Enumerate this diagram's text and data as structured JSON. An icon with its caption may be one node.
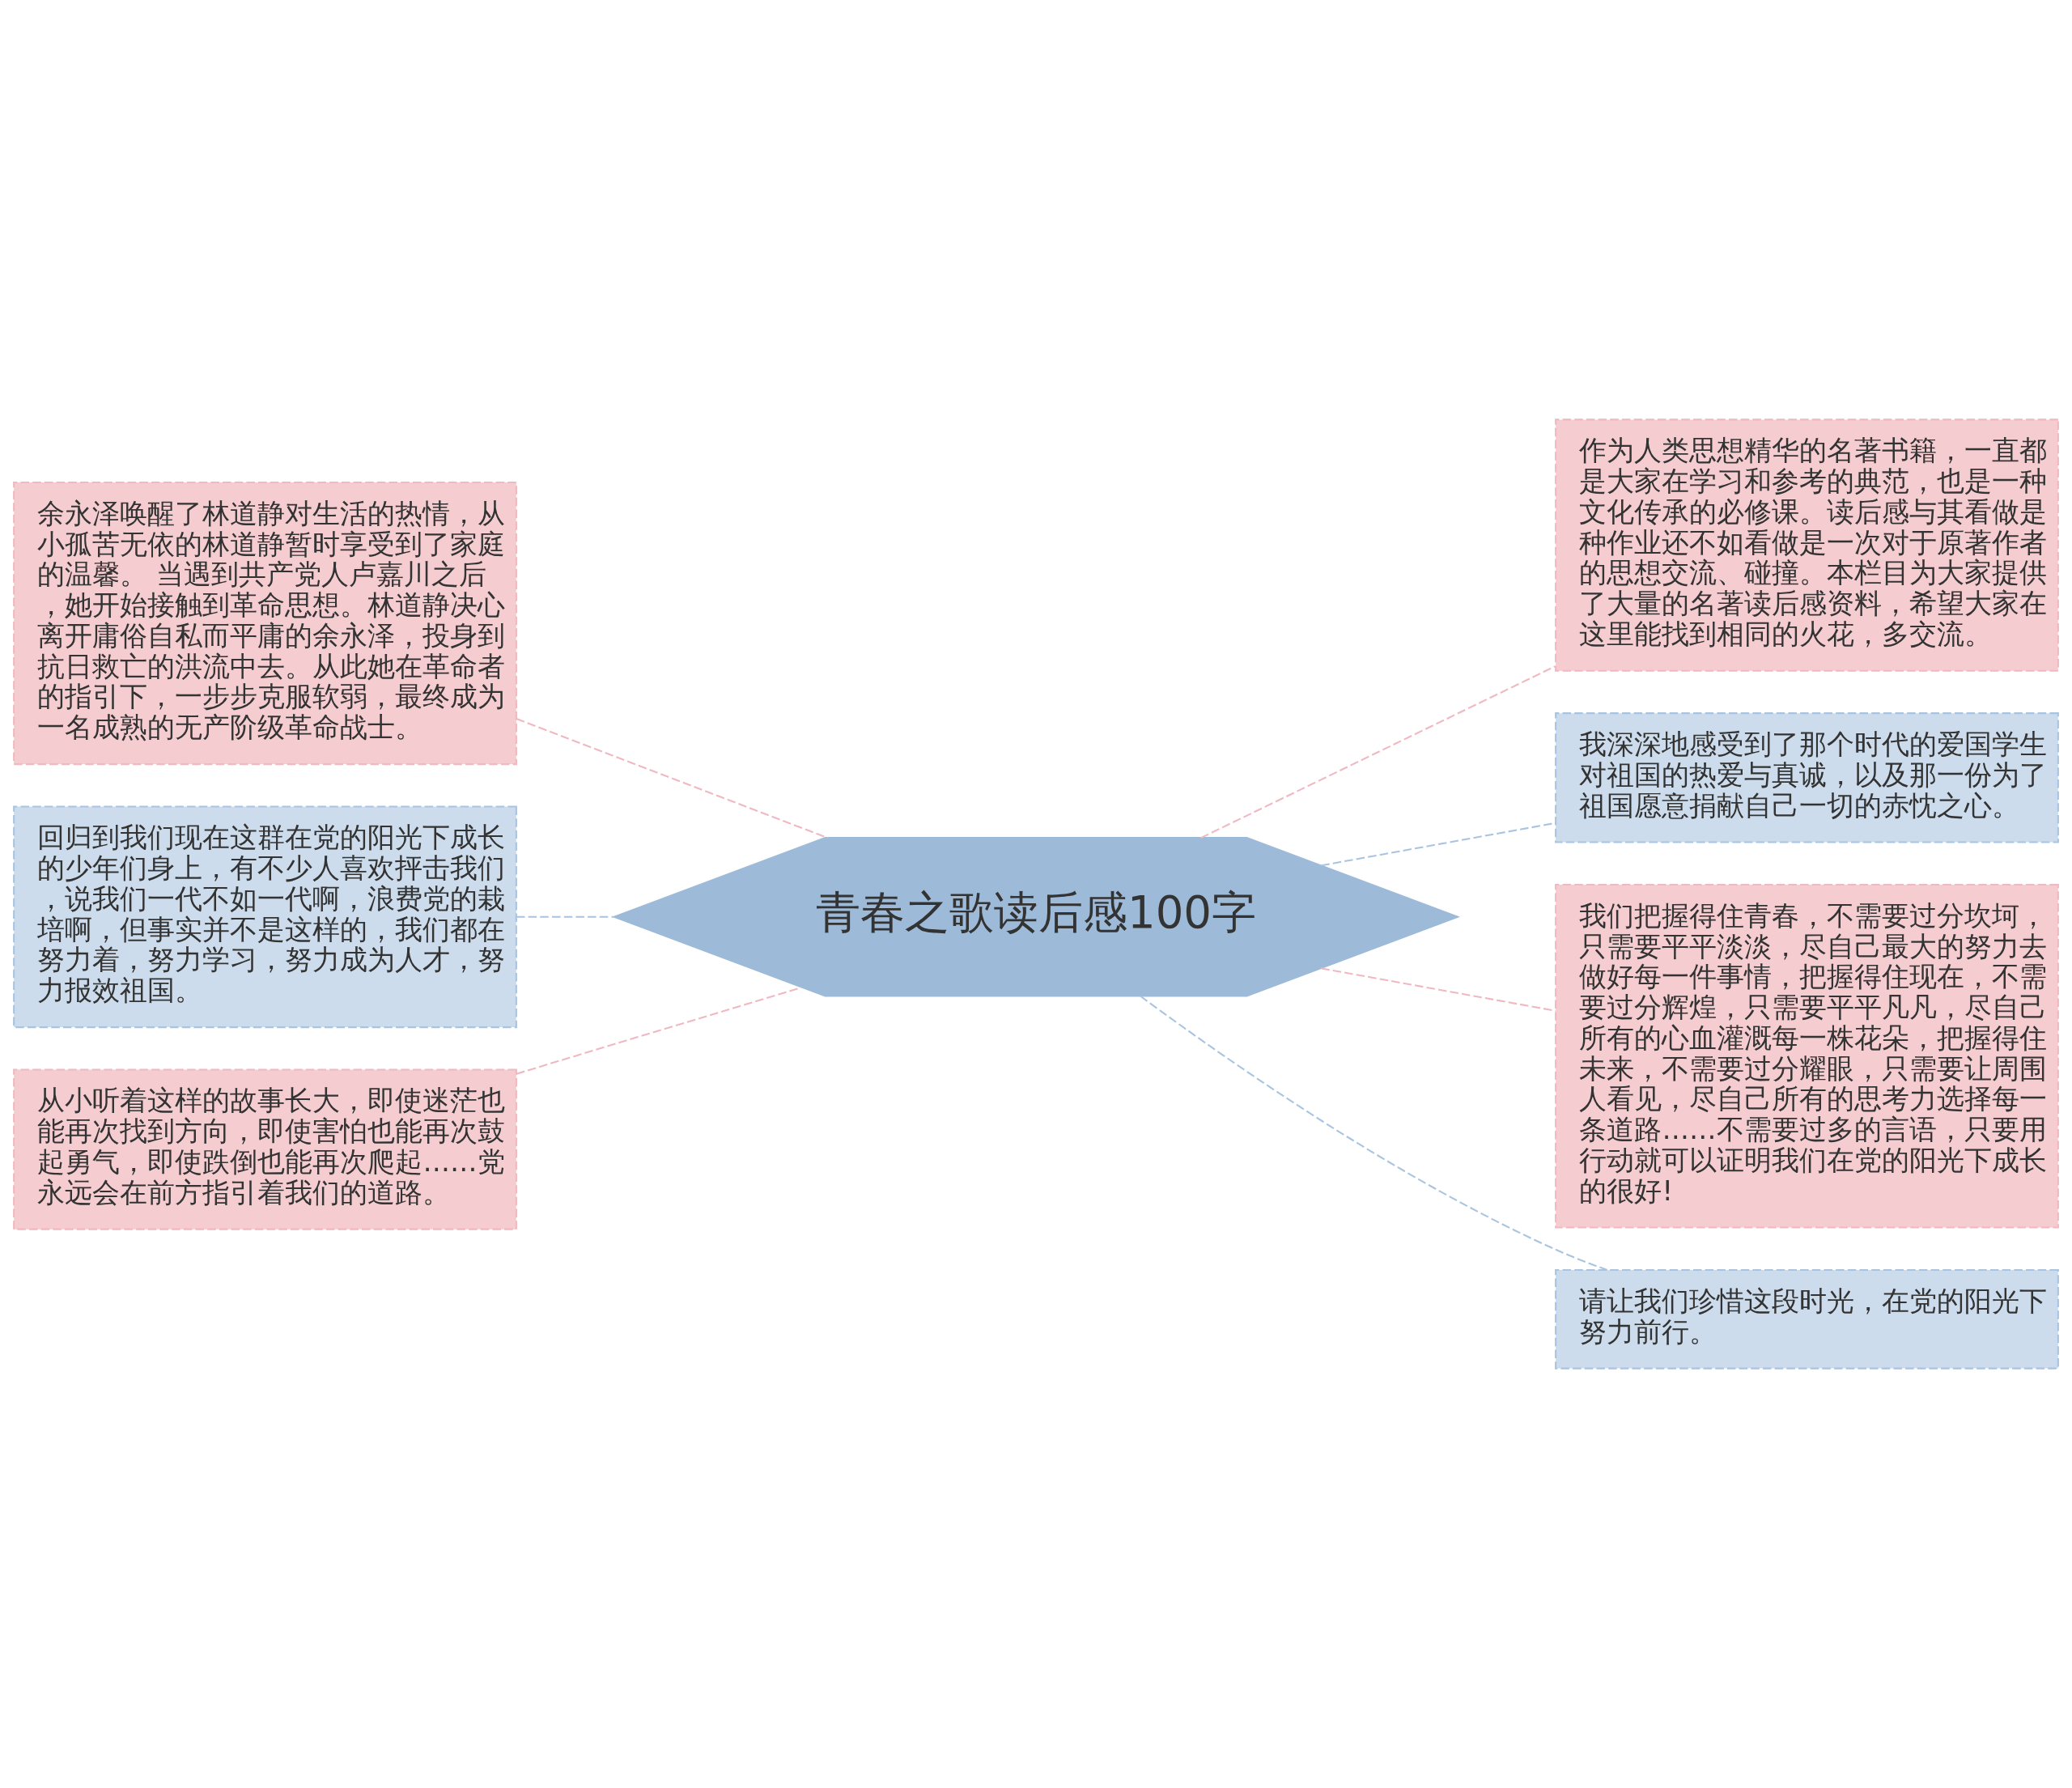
{
  "diagram": {
    "nodes": [
      {
        "text": [
          "青春之歌读后感100字"
        ]
      },
      {
        "text": [
          "余永泽唤醒了林道静对生活的热情，从小孤苦无依的林道静暂时享受到了家庭的温馨。 当遇到共产党人卢嘉川之后，她开始接触到革命思想。林道静决心离开庸俗自私而平庸的余永泽，投身到抗日救亡的洪流中去。从此她在革命者的指引下，一步步克服软弱，最终成为一名成熟的无产阶级革命战士。"
        ]
      },
      {
        "text": [
          "回归到我们现在这群在党的阳光下成长的少年们身上，有不少人喜欢抨击我们，说我们一代不如一代啊，浪费党的栽培啊，但事实并不是这样的，我们都在努力着，努力学习，努力成为人才，努力报效祖国。"
        ]
      },
      {
        "text": [
          "从小听着这样的故事长大，即使迷茫也能再次找到方向，即使害怕也能再次鼓起勇气，即使跌倒也能再次爬起……党永远会在前方指引着我们的道路。"
        ]
      },
      {
        "text": [
          "作为人类思想精华的名著书籍，一直都是大家在学习和参考的典范，也是一种文化传承的必修课。读后感与其看做是种作业还不如看做是一次对于原著作者的思想交流、碰撞。本栏目为大家提供了大量的名著读后感资料，希望大家在这里能找到相同的火花，多交流。"
        ]
      },
      {
        "text": [
          "我深深地感受到了那个时代的爱国学生对祖国的热爱与真诚，以及那一份为了祖国愿意捐献自己一切的赤忱之心。"
        ]
      },
      {
        "text": [
          "我们把握得住青春，不需要过分坎坷，只需要平平淡淡，尽自己最大的努力去做好每一件事情，把握得住现在，不需要过分辉煌，只需要平平凡凡，尽自己所有的心血灌溉每一株花朵，把握得住未来，不需要过分耀眼，只需要让周围人看见，尽自己所有的思考力选择每一条道路……不需要过多的言语，只要用行动就可以证明我们在党的阳光下成长的很好!"
        ]
      },
      {
        "text": [
          "请让我们珍惜这段时光，在党的阳光下努力前行。"
        ]
      }
    ],
    "edges": [
      {
        "from": 0,
        "to": 1,
        "arrow": "none",
        "style": "dashed",
        "color": "#f0b8c0"
      },
      {
        "from": 0,
        "to": 2,
        "arrow": "none",
        "style": "dashed",
        "color": "#a9c4e0"
      },
      {
        "from": 0,
        "to": 3,
        "arrow": "none",
        "style": "dashed",
        "color": "#f0b8c0"
      },
      {
        "from": 0,
        "to": 4,
        "arrow": "none",
        "style": "dashed",
        "color": "#f0b8c0"
      },
      {
        "from": 0,
        "to": 5,
        "arrow": "none",
        "style": "dashed",
        "color": "#a9c4e0"
      },
      {
        "from": 0,
        "to": 6,
        "arrow": "none",
        "style": "dashed",
        "color": "#f0b8c0"
      },
      {
        "from": 0,
        "to": 7,
        "arrow": "none",
        "style": "dashed",
        "color": "#a9c4e0"
      }
    ]
  }
}
